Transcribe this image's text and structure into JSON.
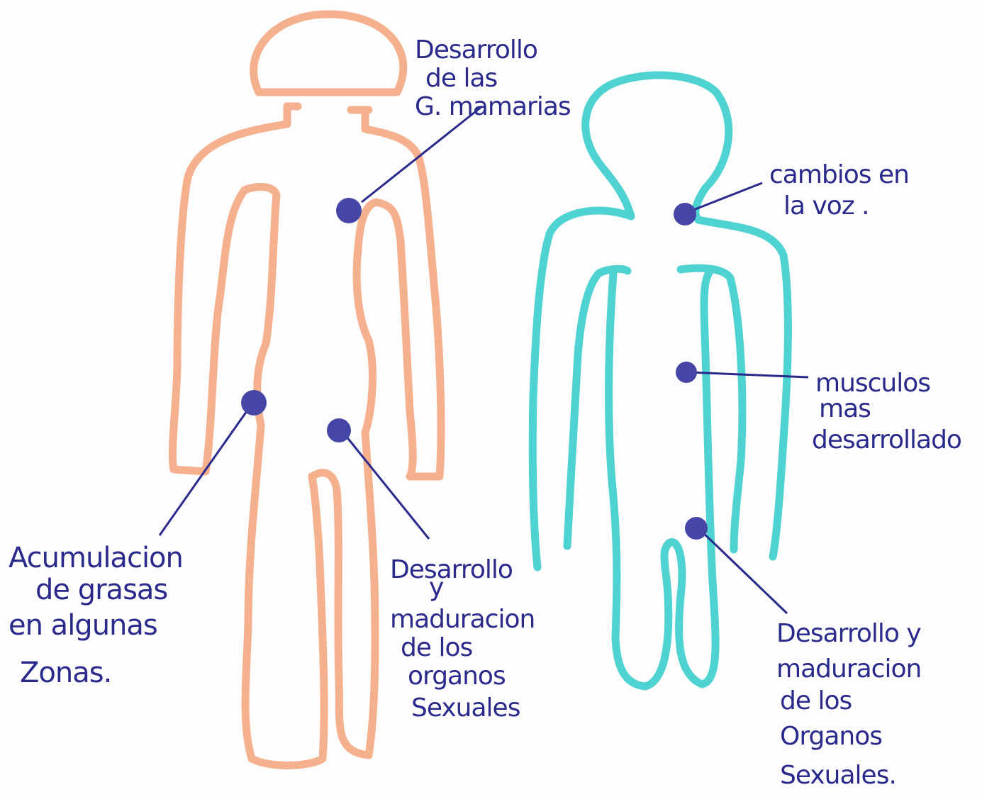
{
  "colors": {
    "female_outline": "#f5b08e",
    "male_outline": "#4fd2d2",
    "marker": "#4646a6",
    "ink": "#2a2a8c"
  },
  "female": {
    "labels": {
      "breasts": [
        "Desarrollo",
        "de las",
        "G. mamarias"
      ],
      "fat": [
        "Acumulacion",
        "de grasas",
        "en algunas",
        "Zonas."
      ],
      "organs": [
        "Desarrollo",
        "y",
        "maduracion",
        "de los",
        "organos",
        "Sexuales"
      ]
    }
  },
  "male": {
    "labels": {
      "voice": [
        "cambios en",
        "la voz ."
      ],
      "muscles": [
        "musculos",
        "mas",
        "desarrollado"
      ],
      "organs": [
        "Desarrollo y",
        "maduracion",
        "de los",
        "Organos",
        "Sexuales."
      ]
    }
  }
}
